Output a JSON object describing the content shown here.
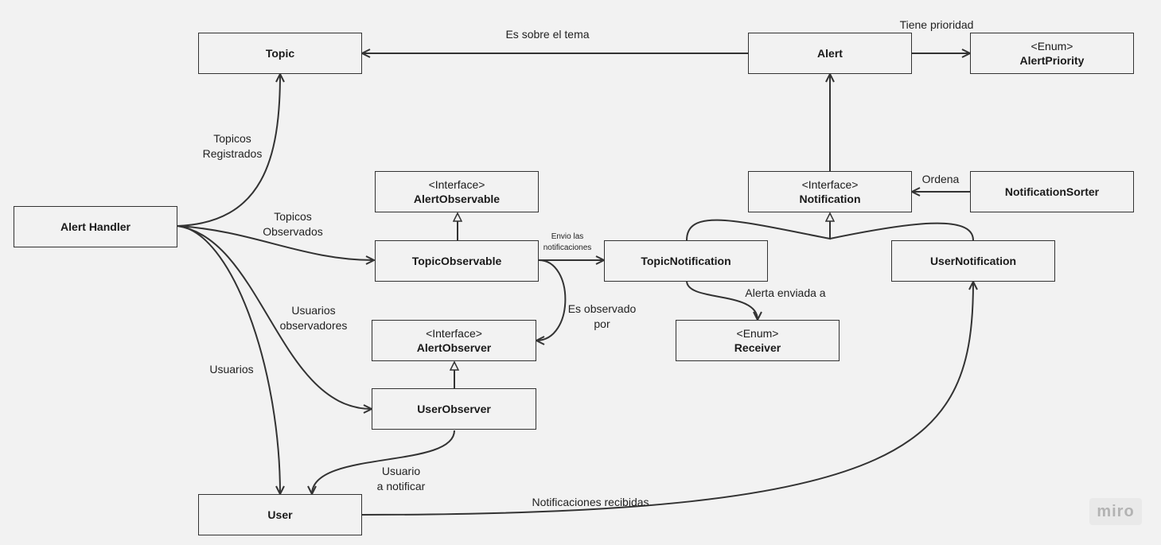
{
  "app": {
    "logo": "miro"
  },
  "classes": {
    "topic": {
      "stereotype": "",
      "name": "Topic"
    },
    "alert": {
      "stereotype": "",
      "name": "Alert"
    },
    "alert_priority": {
      "stereotype": "<Enum>",
      "name": "AlertPriority"
    },
    "alert_observable": {
      "stereotype": "<Interface>",
      "name": "AlertObservable"
    },
    "notification": {
      "stereotype": "<Interface>",
      "name": "Notification"
    },
    "notification_sorter": {
      "stereotype": "",
      "name": "NotificationSorter"
    },
    "alert_handler": {
      "stereotype": "",
      "name": "Alert Handler"
    },
    "topic_observable": {
      "stereotype": "",
      "name": "TopicObservable"
    },
    "topic_notification": {
      "stereotype": "",
      "name": "TopicNotification"
    },
    "user_notification": {
      "stereotype": "",
      "name": "UserNotification"
    },
    "alert_observer": {
      "stereotype": "<Interface>",
      "name": "AlertObserver"
    },
    "receiver": {
      "stereotype": "<Enum>",
      "name": "Receiver"
    },
    "user_observer": {
      "stereotype": "",
      "name": "UserObserver"
    },
    "user": {
      "stereotype": "",
      "name": "User"
    }
  },
  "relations": {
    "es_sobre_el_tema": "Es sobre el tema",
    "tiene_prioridad": "Tiene prioridad",
    "topicos_registrados": "Topicos\nRegistrados",
    "topicos_observados": "Topicos\nObservados",
    "ordena": "Ordena",
    "envio_notificaciones": "Envio las\nnotificaciones",
    "alerta_enviada_a": "Alerta enviada a",
    "es_observado_por": "Es observado\npor",
    "usuarios_observadores": "Usuarios\nobservadores",
    "usuarios": "Usuarios",
    "usuario_a_notificar": "Usuario\na notificar",
    "notificaciones_recibidas": "Notificaciones recibidas"
  }
}
